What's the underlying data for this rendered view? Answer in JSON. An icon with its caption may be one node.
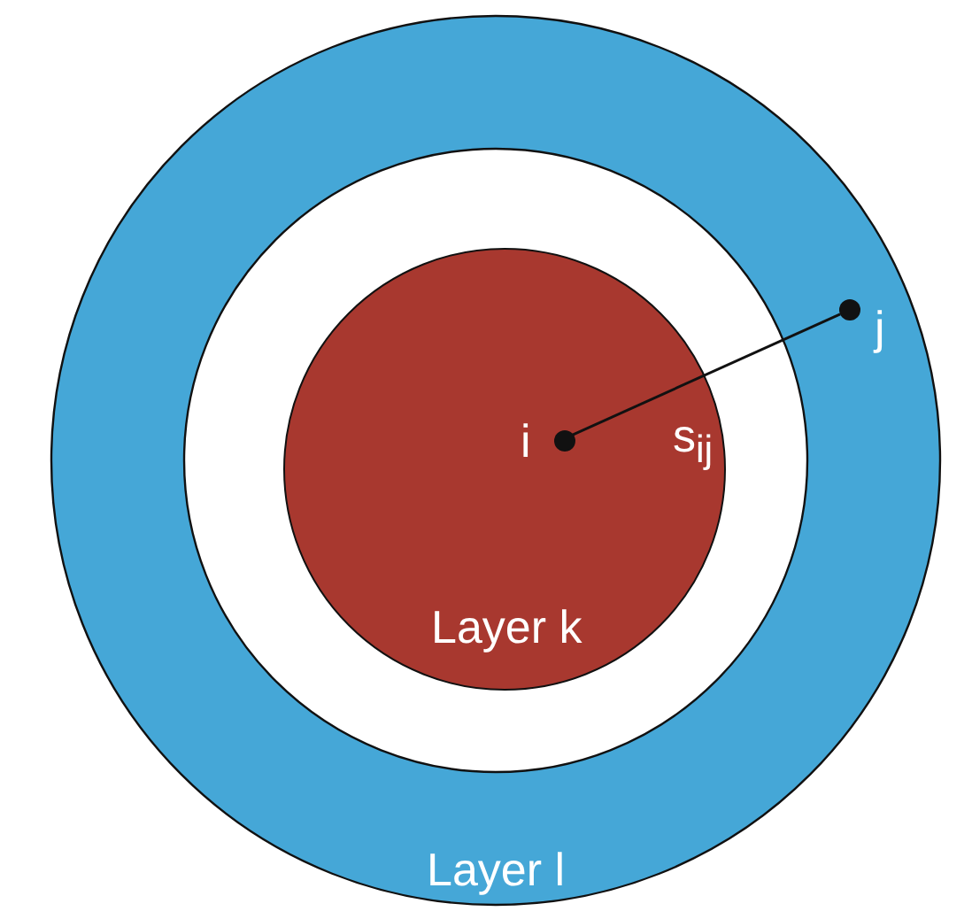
{
  "diagram": {
    "nodes": [
      {
        "text": [
          "Layer l"
        ]
      },
      {
        "text": [
          "Layer k"
        ],
        "in": 0
      },
      {
        "text": [],
        "shape": "circle",
        "beside": [
          "i"
        ],
        "in": 1
      },
      {
        "text": [],
        "shape": "circle",
        "beside": [
          "j"
        ],
        "in": 0
      }
    ],
    "edges": [
      {
        "from": 2,
        "to": 3,
        "arrow": "none",
        "label": "s$_{ij}$"
      }
    ]
  }
}
